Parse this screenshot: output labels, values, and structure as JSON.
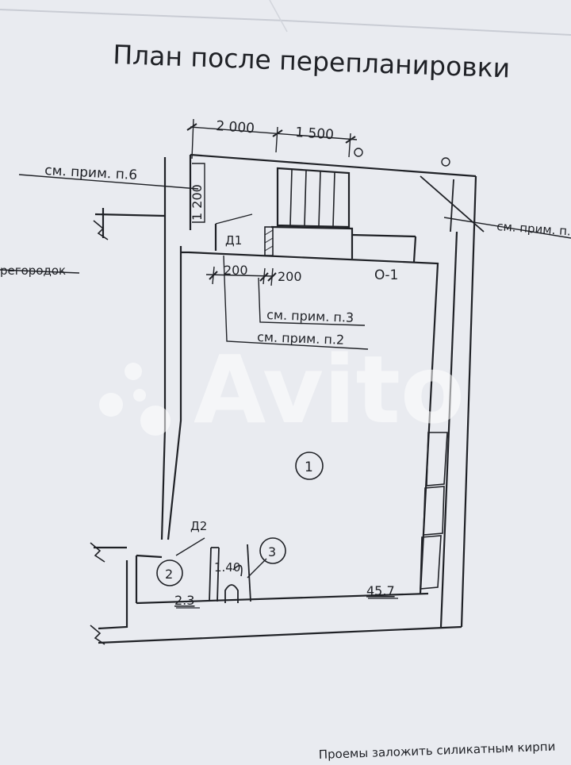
{
  "plan": {
    "title": "План после перепланировки",
    "dimensions": {
      "top_left": "2 000",
      "top_right": "1 500",
      "vertical": "1 200",
      "small_left": "200",
      "small_right": "200"
    },
    "notes": {
      "note_6": "см. прим. п.6",
      "note_right": "см. прим. п.",
      "note_3": "см. прим. п.3",
      "note_2": "см. прим. п.2",
      "partition": "регородок",
      "bottom": "Проемы заложить силикатным кирпи"
    },
    "doors": {
      "d1": "Д1",
      "d2": "Д2"
    },
    "window": "О-1",
    "rooms": [
      {
        "number": "1",
        "area": "45.7"
      },
      {
        "number": "2",
        "area": "2.3"
      },
      {
        "number": "3",
        "area": "1.40"
      }
    ]
  },
  "watermark": "Avito",
  "colors": {
    "paper": "#e9ebf0",
    "ink": "#1f2126",
    "watermark": "#ffffff"
  }
}
